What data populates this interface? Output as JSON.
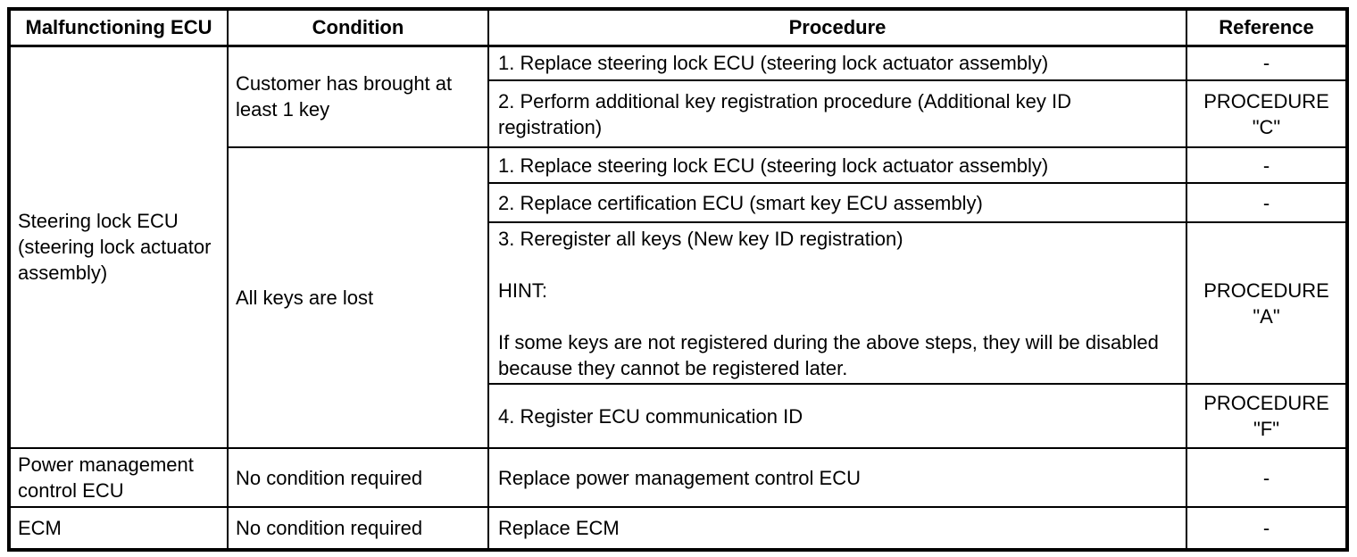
{
  "page": {
    "background_color": "#ffffff",
    "text_color": "#000000",
    "border_color": "#000000"
  },
  "table": {
    "headers": {
      "ecu": "Malfunctioning ECU",
      "condition": "Condition",
      "procedure": "Procedure",
      "reference": "Reference"
    },
    "steering_lock": {
      "ecu": "Steering lock ECU (steering lock actuator assembly)",
      "key_brought": {
        "condition": "Customer has brought at least 1 key",
        "steps": [
          {
            "procedure": "1. Replace steering lock ECU (steering lock actuator assembly)",
            "reference": "-"
          },
          {
            "procedure": "2. Perform additional key registration procedure (Additional key ID registration)",
            "reference": "PROCEDURE \"C\""
          }
        ]
      },
      "all_keys_lost": {
        "condition": "All keys are lost",
        "steps": [
          {
            "procedure": "1. Replace steering lock ECU (steering lock actuator assembly)",
            "reference": "-"
          },
          {
            "procedure": "2. Replace certification ECU (smart key ECU assembly)",
            "reference": "-"
          },
          {
            "procedure": "3. Reregister all keys (New key ID registration)",
            "hint_label": "HINT:",
            "hint_text": "If some keys are not registered during the above steps, they will be disabled because they cannot be registered later.",
            "reference": "PROCEDURE \"A\""
          },
          {
            "procedure": "4. Register ECU communication ID",
            "reference": "PROCEDURE \"F\""
          }
        ]
      }
    },
    "power_management": {
      "ecu": "Power management control ECU",
      "condition": "No condition required",
      "procedure": "Replace power management control ECU",
      "reference": "-"
    },
    "ecm": {
      "ecu": "ECM",
      "condition": "No condition required",
      "procedure": "Replace ECM",
      "reference": "-"
    }
  }
}
